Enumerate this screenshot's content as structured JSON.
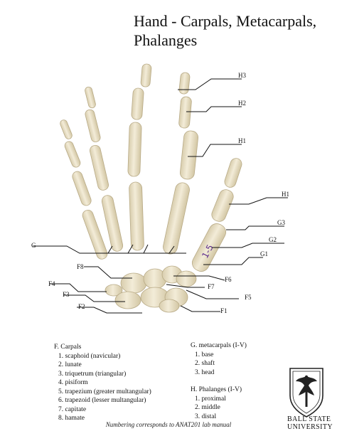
{
  "title": {
    "line1": "Hand - Carpals, Metacarpals,",
    "line2": "Phalanges"
  },
  "labels": {
    "H3": "H3",
    "H2": "H2",
    "H1a": "H1",
    "H1b": "H1",
    "G3": "G3",
    "G2": "G2",
    "G1": "G1",
    "G": "G",
    "F1": "F1",
    "F2": "F2",
    "F3": "F3",
    "F4": "F4",
    "F5": "F5",
    "F6": "F6",
    "F7": "F7",
    "F8": "F8"
  },
  "bone_marker": "1-5",
  "legend": {
    "carpals": {
      "title": "F. Carpals",
      "items": [
        "1. scaphoid (navicular)",
        "2. lunate",
        "3. triquetrum (triangular)",
        "4. pisiform",
        "5. trapezium (greater multangular)",
        "6. trapezoid (lesser multangular)",
        "7. capitate",
        "8. hamate"
      ]
    },
    "metacarpals": {
      "title": "G. metacarpals (I-V)",
      "items": [
        "1. base",
        "2. shaft",
        "3. head"
      ]
    },
    "phalanges": {
      "title": "H. Phalanges (I-V)",
      "items": [
        "1. proximal",
        "2. middle",
        "3. distal"
      ]
    }
  },
  "footnote": "Numbering corresponds to ANAT201 lab manual",
  "logo": {
    "line1": "BALL STATE",
    "line2": "UNIVERSITY",
    "icon": "ball-state-logo"
  },
  "colors": {
    "bone": "#ece4cc",
    "bone_shade": "#c9bc98",
    "ink": "#111111",
    "marker": "#5b2a8c"
  }
}
